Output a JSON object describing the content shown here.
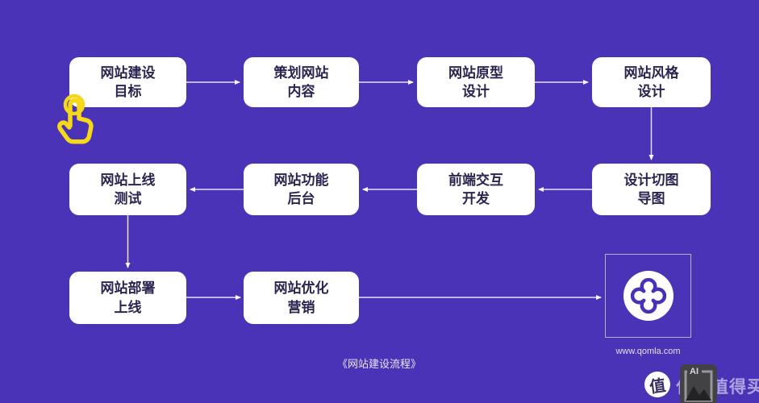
{
  "page": {
    "background_color": "#4B33B8",
    "caption": "《网站建设流程》"
  },
  "flowchart": {
    "nodes": [
      {
        "line1": "网站建设",
        "line2": "目标"
      },
      {
        "line1": "策划网站",
        "line2": "内容"
      },
      {
        "line1": "网站原型",
        "line2": "设计"
      },
      {
        "line1": "网站风格",
        "line2": "设计"
      },
      {
        "line1": "网站上线",
        "line2": "测试"
      },
      {
        "line1": "网站功能",
        "line2": "后台"
      },
      {
        "line1": "前端交互",
        "line2": "开发"
      },
      {
        "line1": "设计切图",
        "line2": "导图"
      },
      {
        "line1": "网站部署",
        "line2": "上线"
      },
      {
        "line1": "网站优化",
        "line2": "营销"
      }
    ],
    "logo_website": "www.qomla.com"
  },
  "watermark": {
    "badge_char": "值",
    "brand": "什么值得买",
    "ai_label": "AI"
  },
  "colors": {
    "background": "#4B33B8",
    "node_text": "#2A2550",
    "arrow": "#FFFFFF",
    "hand_icon": "#F5D918",
    "logo_mark": "#4A30B5"
  },
  "icons": {
    "hand": "tap-hand-icon",
    "logo": "qomla-clover-logo",
    "ai_badge": "ai-image-badge"
  }
}
